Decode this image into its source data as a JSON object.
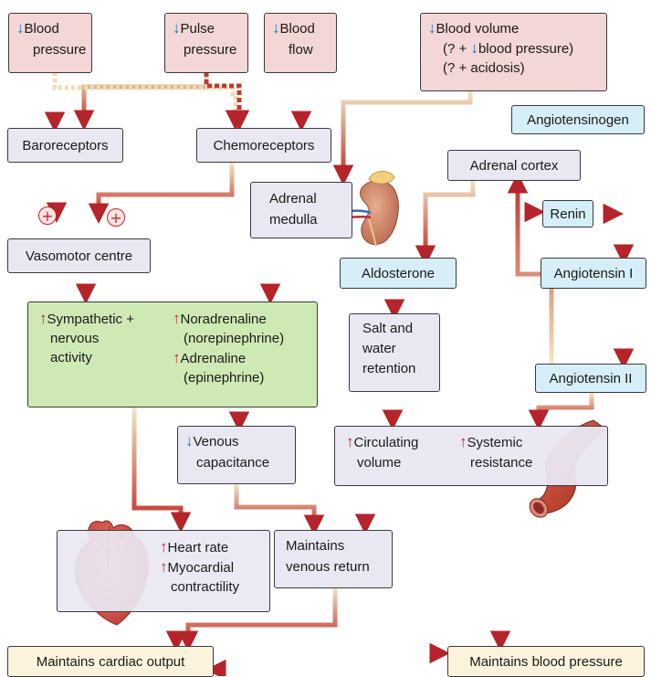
{
  "arrow_down": "↓",
  "arrow_up": "↑",
  "plus_sign": "+",
  "boxes": {
    "blood_pressure": [
      "Blood",
      "pressure"
    ],
    "pulse_pressure": [
      "Pulse",
      "pressure"
    ],
    "blood_flow": [
      "Blood",
      "flow"
    ],
    "blood_volume": [
      "Blood volume",
      "(? + ",
      "blood pressure)",
      "(? + acidosis)"
    ],
    "baroreceptors": "Baroreceptors",
    "chemoreceptors": "Chemoreceptors",
    "adrenal_medulla": [
      "Adrenal",
      "medulla"
    ],
    "adrenal_cortex": "Adrenal cortex",
    "angiotensinogen": "Angiotensinogen",
    "renin": "Renin",
    "vasomotor_centre": "Vasomotor centre",
    "aldosterone": "Aldosterone",
    "angiotensin_1": "Angiotensin I",
    "angiotensin_2": "Angiotensin II",
    "sympathetic": [
      "Sympathetic +",
      "nervous",
      "activity"
    ],
    "noradrenaline": [
      "Noradrenaline",
      "(norepinephrine)"
    ],
    "adrenaline": [
      "Adrenaline",
      "(epinephrine)"
    ],
    "salt_water": [
      "Salt and",
      "water",
      "retention"
    ],
    "venous_capacitance": [
      "Venous",
      "capacitance"
    ],
    "circulating_volume": [
      "Circulating",
      "volume"
    ],
    "systemic_resistance": [
      "Systemic",
      "resistance"
    ],
    "heart_rate": "Heart rate",
    "myocardial": [
      "Myocardial",
      "contractility"
    ],
    "venous_return": [
      "Maintains",
      "venous return"
    ],
    "cardiac_output": "Maintains cardiac output",
    "blood_pressure_out": "Maintains blood pressure"
  },
  "colors": {
    "arrow_red": "#c8262f",
    "arrow_blue": "#1b75bb",
    "pink_box": "#f3d6d6",
    "lavender_box": "#e9e7f2",
    "blue_box": "#d6eef8",
    "green_box": "#cfe9b4",
    "cream_box": "#fbf3dc"
  }
}
